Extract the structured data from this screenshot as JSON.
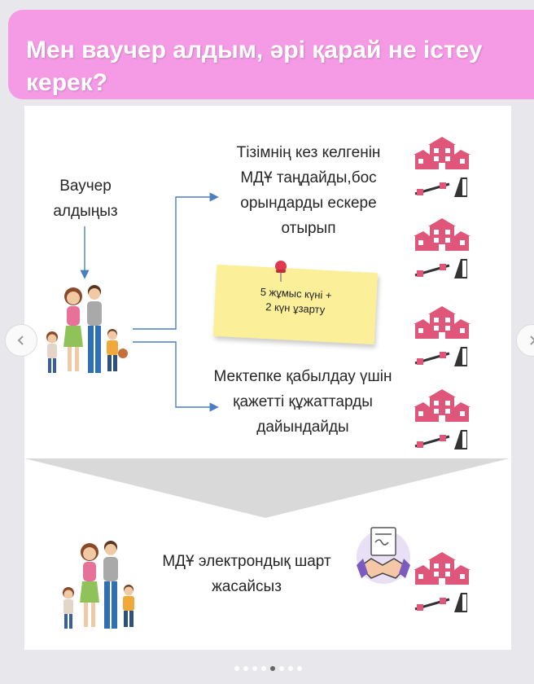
{
  "header": {
    "title": "Мен ваучер алдым, әрі қарай не істеу керек?"
  },
  "steps": {
    "voucher": "Ваучер алдыңыз",
    "choose": "Тізімнің кез келгенін МДҰ таңдайды,бос орындарды ескере отырып",
    "sticky": "5 жұмыс күні + 2 күн ұзарту",
    "docs": "Мектепке қабылдау үшін қажетті құжаттарды дайындайды",
    "contract": "МДҰ электрондық шарт жасайсыз"
  },
  "carousel": {
    "dot_count": 8,
    "active_index": 4
  },
  "colors": {
    "header_bg": "#f59be6",
    "arrow": "#4a7fc1",
    "building": "#e0567a"
  }
}
